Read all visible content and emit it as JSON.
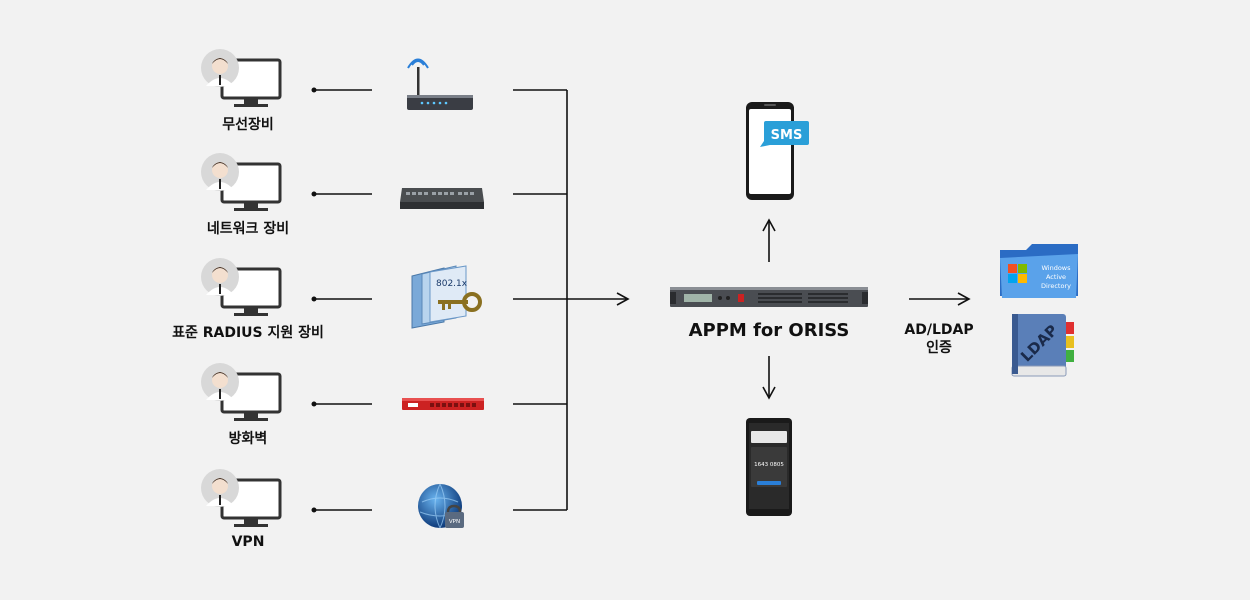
{
  "rows": [
    {
      "label": "무선장비",
      "device_icon": "wireless-router-icon"
    },
    {
      "label": "네트워크 장비",
      "device_icon": "network-switch-icon"
    },
    {
      "label": "표준 RADIUS 지원 장비",
      "device_icon": "802-1x-key-icon"
    },
    {
      "label": "방화벽",
      "device_icon": "firewall-appliance-icon"
    },
    {
      "label": "VPN",
      "device_icon": "vpn-globe-icon"
    }
  ],
  "user_icon": "user-at-monitor-icon",
  "key_badge": "802.1x",
  "vpn_badge": "VPN",
  "server": {
    "label": "APPM for ORISS",
    "icon": "rack-server-icon"
  },
  "sms": {
    "badge": "SMS",
    "icon": "smartphone-sms-icon"
  },
  "otp_phone": {
    "icon": "smartphone-otp-icon",
    "code": "1643 0805"
  },
  "auth": {
    "line1": "AD/LDAP",
    "line2": "인증"
  },
  "ad_folder": {
    "icon": "windows-ad-folder-icon",
    "text_lines": [
      "Windows",
      "Active",
      "Directory"
    ]
  },
  "ldap_book": {
    "icon": "ldap-book-icon",
    "text": "LDAP"
  },
  "colors": {
    "background": "#f2f2f2",
    "line": "#111111",
    "sms": "#2a9fd8",
    "firewall": "#cc2222"
  }
}
